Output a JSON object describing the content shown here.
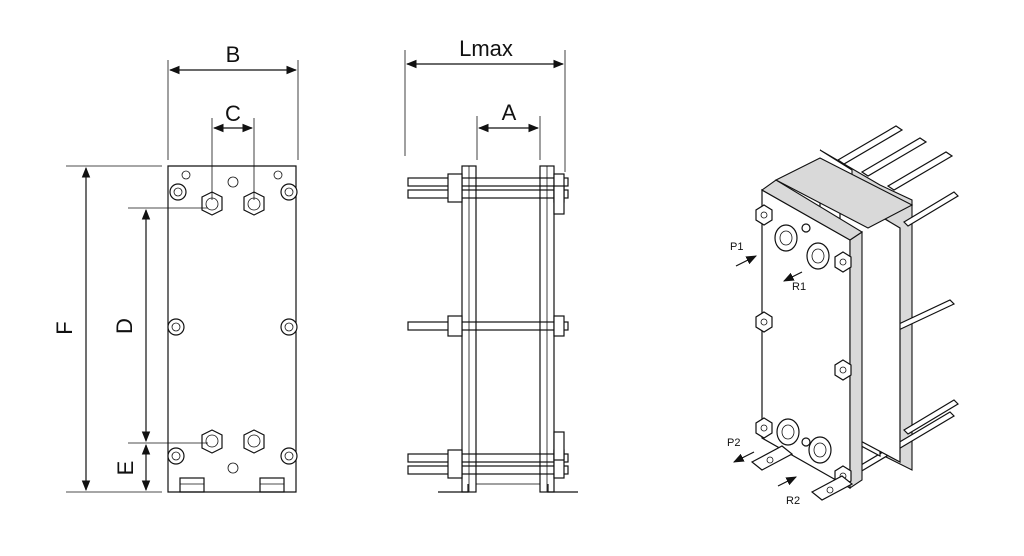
{
  "front_view": {
    "labels": {
      "b": "B",
      "c": "C",
      "d": "D",
      "e": "E",
      "f": "F"
    }
  },
  "side_view": {
    "labels": {
      "lmax": "Lmax",
      "a": "A"
    }
  },
  "iso_view": {
    "ports": {
      "p1": "P1",
      "r1": "R1",
      "p2": "P2",
      "r2": "R2"
    }
  }
}
